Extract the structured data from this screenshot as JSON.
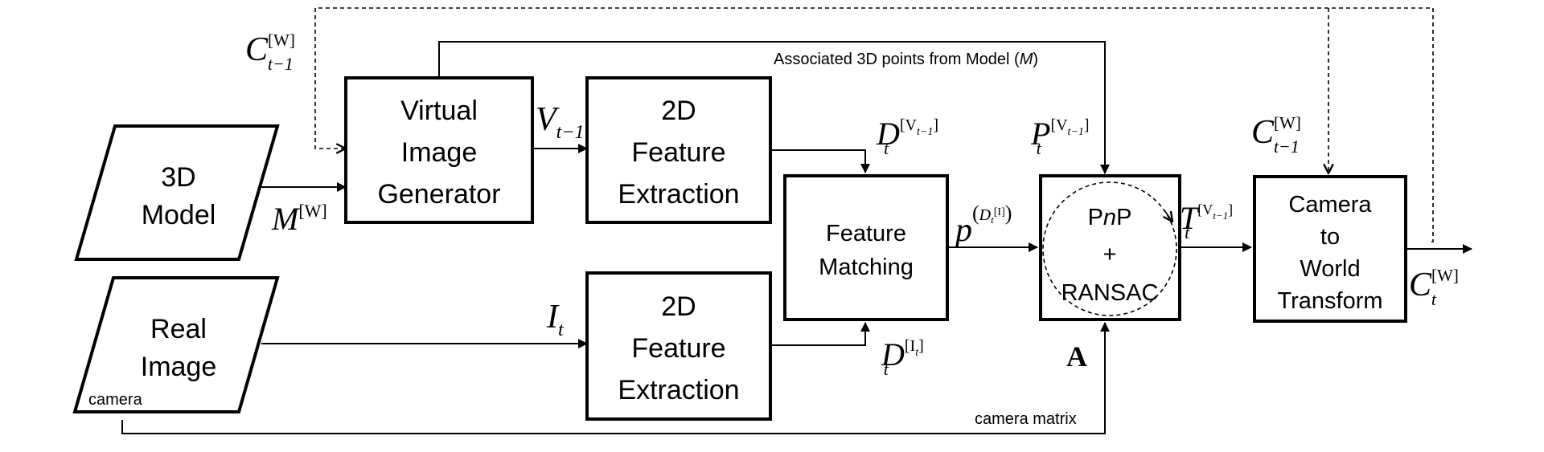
{
  "blocks": {
    "model_3d": [
      "3D",
      "Model"
    ],
    "real_image": [
      "Real",
      "Image"
    ],
    "real_image_tag": "camera",
    "virtual_image_generator": [
      "Virtual",
      "Image",
      "Generator"
    ],
    "feature_extraction_virtual": [
      "2D",
      "Feature",
      "Extraction"
    ],
    "feature_extraction_real": [
      "2D",
      "Feature",
      "Extraction"
    ],
    "feature_matching": [
      "Feature",
      "Matching"
    ],
    "pnp_ransac": {
      "p": "P",
      "n": "n",
      "p2": "P",
      "plus": "+",
      "ransac": "RANSAC"
    },
    "camera_to_world": [
      "Camera",
      "to",
      "World",
      "Transform"
    ]
  },
  "annotations": {
    "associated_points": {
      "text": "Associated 3D points from Model (",
      "symbol": "M",
      "close": ")"
    },
    "camera_matrix": "camera matrix"
  },
  "symbols": {
    "c_prev_left": {
      "base": "C",
      "sup": "[W]",
      "sub": "t−1"
    },
    "m_world": {
      "base": "M",
      "sup": "[W]"
    },
    "v_prev": {
      "base": "V",
      "sub": "t−1"
    },
    "d_virtual": {
      "base": "D",
      "sup": "[V",
      "supsub": "t−1",
      "supclose": "]",
      "sub": "t"
    },
    "i_t": {
      "base": "I",
      "sub": "t"
    },
    "d_real": {
      "base": "D",
      "sup": "[I",
      "supsub": "t",
      "supclose": "]",
      "sub": "t"
    },
    "p_matches": {
      "base": "p",
      "sup_open": "(",
      "sup_d": "D",
      "sup_sub": "t",
      "sup_idx": "[I]",
      "sup_close": ")"
    },
    "p_points": {
      "base": "P",
      "sup": "[V",
      "supsub": "t−1",
      "supclose": "]",
      "sub": "t"
    },
    "a_matrix": "A",
    "t_transform": {
      "base": "T",
      "sup": "[V",
      "supsub": "t−1",
      "supclose": "]",
      "sub": "t"
    },
    "c_prev_right": {
      "base": "C",
      "sup": "[W]",
      "sub": "t−1"
    },
    "c_current": {
      "base": "C",
      "sup": "[W]",
      "sub": "t"
    }
  }
}
